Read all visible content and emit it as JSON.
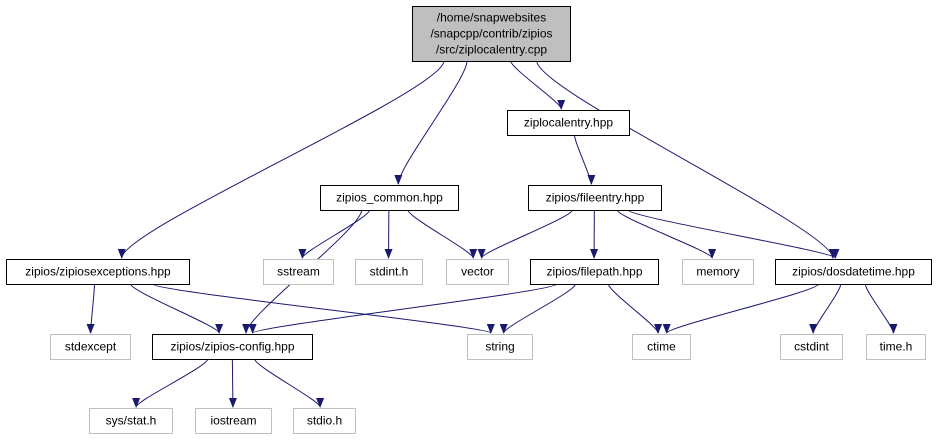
{
  "colors": {
    "edge": "#191970",
    "root_fill": "#bfbfbf",
    "border_dark": "#000000",
    "border_light": "#bfbfbf",
    "text_dark": "#000000",
    "text_light": "#000000"
  },
  "nodes": {
    "root": {
      "lines": [
        "/home/snapwebsites",
        "/snapcpp/contrib/zipios",
        "/src/ziplocalentry.cpp"
      ]
    },
    "ziplocalentry_hpp": {
      "label": "ziplocalentry.hpp"
    },
    "zipios_common_hpp": {
      "label": "zipios_common.hpp"
    },
    "zipios_fileentry_hpp": {
      "label": "zipios/fileentry.hpp"
    },
    "zipios_zipiosexceptions_hpp": {
      "label": "zipios/zipiosexceptions.hpp"
    },
    "sstream": {
      "label": "sstream"
    },
    "stdint_h": {
      "label": "stdint.h"
    },
    "vector": {
      "label": "vector"
    },
    "zipios_filepath_hpp": {
      "label": "zipios/filepath.hpp"
    },
    "memory": {
      "label": "memory"
    },
    "zipios_dosdatetime_hpp": {
      "label": "zipios/dosdatetime.hpp"
    },
    "stdexcept": {
      "label": "stdexcept"
    },
    "zipios_zipios_config_hpp": {
      "label": "zipios/zipios-config.hpp"
    },
    "string": {
      "label": "string"
    },
    "ctime": {
      "label": "ctime"
    },
    "cstdint": {
      "label": "cstdint"
    },
    "time_h": {
      "label": "time.h"
    },
    "sys_stat_h": {
      "label": "sys/stat.h"
    },
    "iostream": {
      "label": "iostream"
    },
    "stdio_h": {
      "label": "stdio.h"
    }
  },
  "edges": [
    [
      "root",
      "ziplocalentry_hpp"
    ],
    [
      "root",
      "zipios_common_hpp"
    ],
    [
      "root",
      "zipios_zipiosexceptions_hpp"
    ],
    [
      "root",
      "zipios_dosdatetime_hpp"
    ],
    [
      "ziplocalentry_hpp",
      "zipios_fileentry_hpp"
    ],
    [
      "zipios_common_hpp",
      "sstream"
    ],
    [
      "zipios_common_hpp",
      "stdint_h"
    ],
    [
      "zipios_common_hpp",
      "vector"
    ],
    [
      "zipios_common_hpp",
      "zipios_zipios_config_hpp"
    ],
    [
      "zipios_fileentry_hpp",
      "vector"
    ],
    [
      "zipios_fileentry_hpp",
      "zipios_filepath_hpp"
    ],
    [
      "zipios_fileentry_hpp",
      "memory"
    ],
    [
      "zipios_fileentry_hpp",
      "zipios_dosdatetime_hpp"
    ],
    [
      "zipios_zipiosexceptions_hpp",
      "stdexcept"
    ],
    [
      "zipios_zipiosexceptions_hpp",
      "zipios_zipios_config_hpp"
    ],
    [
      "zipios_zipiosexceptions_hpp",
      "string"
    ],
    [
      "zipios_filepath_hpp",
      "zipios_zipios_config_hpp"
    ],
    [
      "zipios_filepath_hpp",
      "string"
    ],
    [
      "zipios_filepath_hpp",
      "ctime"
    ],
    [
      "zipios_dosdatetime_hpp",
      "ctime"
    ],
    [
      "zipios_dosdatetime_hpp",
      "cstdint"
    ],
    [
      "zipios_dosdatetime_hpp",
      "time_h"
    ],
    [
      "zipios_zipios_config_hpp",
      "sys_stat_h"
    ],
    [
      "zipios_zipios_config_hpp",
      "iostream"
    ],
    [
      "zipios_zipios_config_hpp",
      "stdio_h"
    ]
  ]
}
